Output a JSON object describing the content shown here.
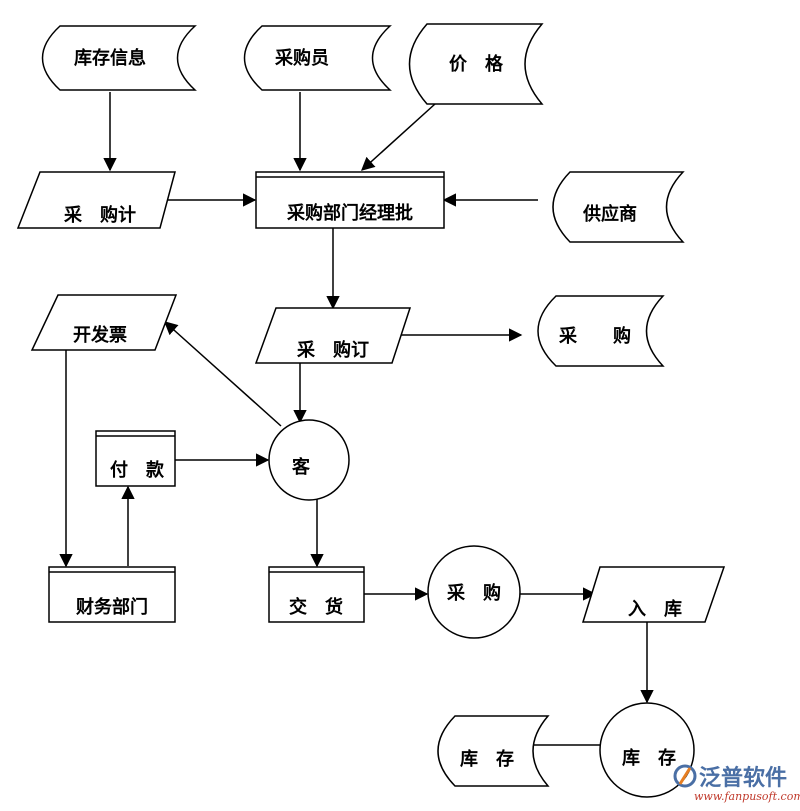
{
  "nodes": {
    "inventory_info": "库存信息",
    "buyer": "采购员",
    "price": "价　格",
    "purchase_plan": "采　购计",
    "dept_manager_approval": "采购部门经理批",
    "supplier": "供应商",
    "invoice": "开发票",
    "purchase_order": "采　购订",
    "purchase_store": "采　　购",
    "payment": "付　款",
    "customer": "客",
    "finance_dept": "财务部门",
    "delivery": "交　货",
    "purchase_process": "采　购",
    "stock_in": "入　库",
    "inventory_process": "库　存",
    "inventory_store": "库　存"
  },
  "watermark": {
    "brand": "泛普软件",
    "url": "www.fanpusoft.com",
    "logo_icon": "fanpu-logo-icon",
    "colors": {
      "brand": "#4a6fa5",
      "url": "#c0392b"
    }
  }
}
